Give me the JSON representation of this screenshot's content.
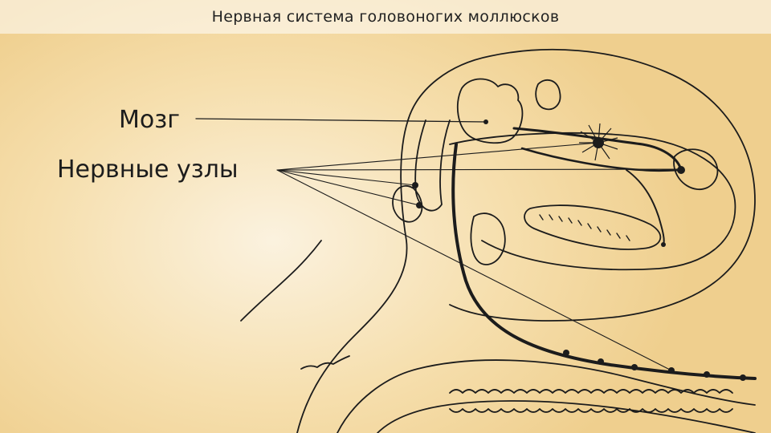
{
  "slide": {
    "title": "Нервная система головоногих моллюсков"
  },
  "labels": {
    "brain": "Мозг",
    "ganglia": "Нервные узлы"
  },
  "colors": {
    "background": "#f6dfae",
    "ink": "#1c1c1c"
  }
}
